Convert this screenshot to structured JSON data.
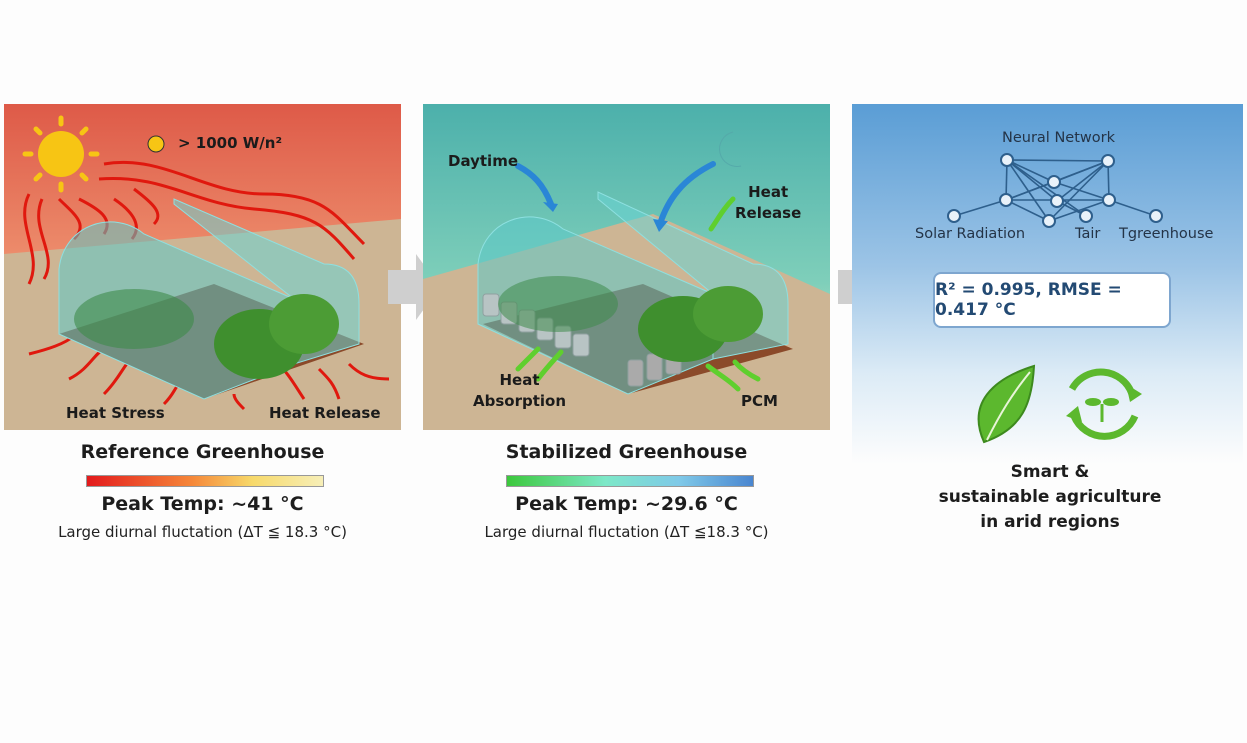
{
  "panels": [
    {
      "labels": {
        "irradiance": "> 1000 W/n²",
        "left_bottom": "Heat Stress",
        "right_bottom": "Heat Release"
      },
      "title": "Reference Greenhouse",
      "peak": "Peak Temp: ~41 °C",
      "subtitle": "Large diurnal fluctation (ΔT ≦ 18.3 °C)",
      "gradient": [
        "#e31a1c",
        "#f6893a",
        "#f7d96a",
        "#f7efb8"
      ]
    },
    {
      "labels": {
        "day": "Daytime",
        "release": "Heat\nRelease",
        "absorption": "Heat\nAbsorption",
        "pcm": "PCM"
      },
      "title": "Stabilized Greenhouse",
      "peak": "Peak Temp: ~29.6 °C",
      "subtitle": "Large diurnal fluctation (ΔT ≦18.3 °C)",
      "gradient": [
        "#3cc83c",
        "#7de8c8",
        "#7fc9e8",
        "#4a86d0"
      ]
    }
  ],
  "model": {
    "title": "Neural Network",
    "inputs": [
      "Solar Radiation",
      "Tair",
      "Tgreenhouse"
    ],
    "metrics": "R² = 0.995, RMSE = 0.417 °C",
    "conclusion": [
      "Smart &",
      "sustainable agriculture",
      "in arid regions"
    ],
    "icons": [
      "leaf-icon",
      "recycle-sprout-icon"
    ]
  }
}
